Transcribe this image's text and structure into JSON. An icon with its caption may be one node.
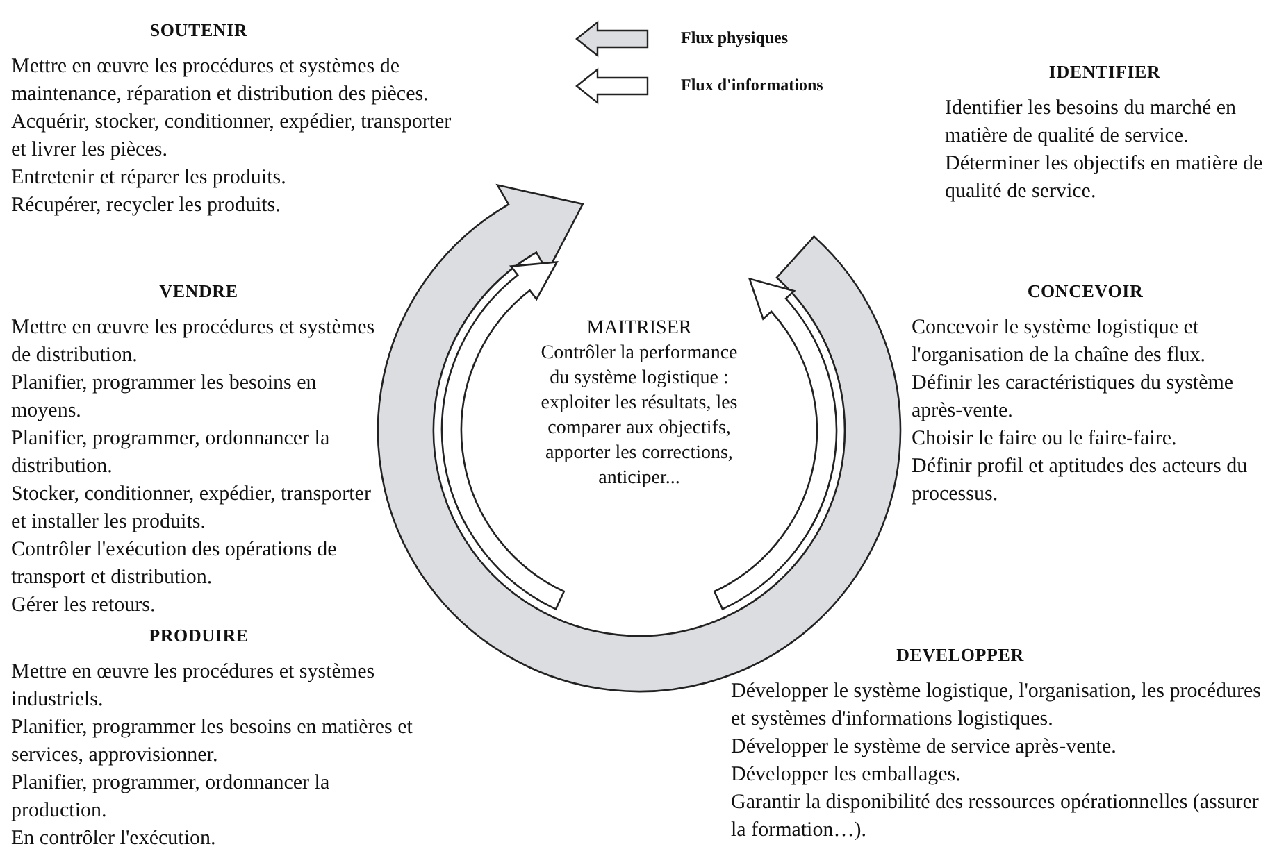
{
  "diagram": {
    "labels": [
      "SOUTENIR",
      "Mettre en œuvre les procédures et systèmes de maintenance, réparation et distribution des pièces.",
      "Acquérir, stocker, conditionner, expédier, transporter et livrer les pièces.",
      "Entretenir et réparer les produits.",
      "Récupérer, recycler les produits.",
      "IDENTIFIER",
      "Identifier les besoins du marché en matière de qualité de service.",
      "Déterminer les objectifs en matière de qualité de service.",
      "VENDRE",
      "Mettre en œuvre les procédures et systèmes de distribution.",
      "Planifier, programmer les besoins en moyens.",
      "Planifier, programmer, ordonnancer la distribution.",
      "Stocker, conditionner, expédier, transporter et installer les produits.",
      "Contrôler l'exécution des opérations de transport et distribution.",
      "Gérer les retours.",
      "MAITRISER",
      "Contrôler la performance du système logistique : exploiter les résultats, les comparer aux objectifs, apporter les corrections, anticiper...",
      "CONCEVOIR",
      "Concevoir le système logistique et l'organisation de la chaîne des flux.",
      "Définir les caractéristiques du système après-vente.",
      "Choisir le faire ou le faire-faire.",
      "Définir profil et aptitudes des acteurs du processus.",
      "PRODUIRE",
      "Mettre en œuvre les procédures et systèmes industriels.",
      "Planifier, programmer les besoins en matières et services, approvisionner.",
      "Planifier, programmer, ordonnancer la production.",
      "En contrôler l'exécution.",
      "DEVELOPPER",
      "Développer le système logistique, l'organisation, les procédures et systèmes d'informations logistiques.",
      "Développer le système de service après-vente.",
      "Développer les emballages.",
      "Garantir la disponibilité des ressources opérationnelles (assurer la formation…)."
    ],
    "legend": [
      {
        "text": "Flux physiques"
      },
      {
        "text": "Flux d'informations"
      }
    ]
  }
}
